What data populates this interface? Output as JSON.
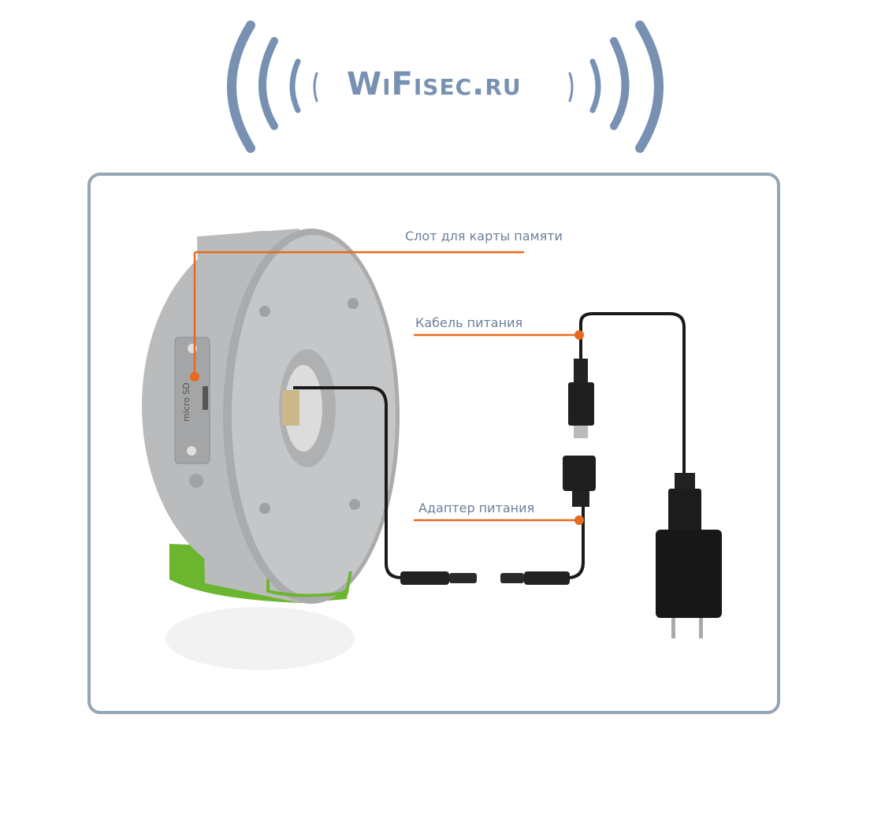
{
  "logo": {
    "text": "WiFisec.ru"
  },
  "labels": {
    "memory_slot": "Слот для карты памяти",
    "power_cable": "Кабель питания",
    "power_adapter": "Адаптер питания"
  },
  "device": {
    "slot_marking": "micro SD"
  },
  "colors": {
    "logo": "#7891b3",
    "callout": "#e8691f",
    "frame": "#94a5b6",
    "label": "#6a7f9c",
    "base": "#6cb52f"
  }
}
